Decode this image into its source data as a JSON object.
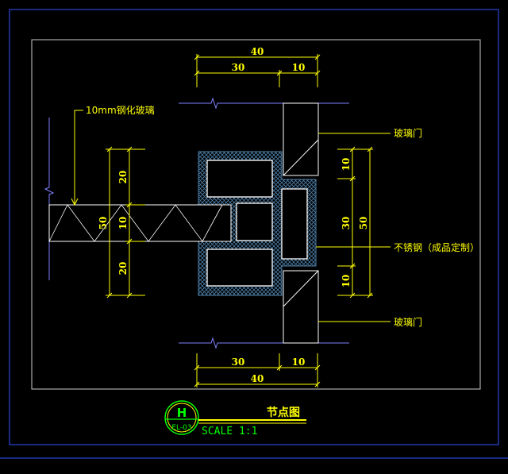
{
  "colors": {
    "background": "#000000",
    "frame": "#3355ff",
    "drawing_frame": "#cccccc",
    "annotation": "#ffff00",
    "profile": "#ffffff",
    "steel_hatch": "#4d7fa8",
    "break_lines": "#8080ff",
    "tag": "#00ff00"
  },
  "dimensions": {
    "top_total": "40",
    "top_left": "30",
    "top_right": "10",
    "bottom_left": "30",
    "bottom_right": "10",
    "bottom_total": "40",
    "left_total": "50",
    "left_upper": "20",
    "left_middle": "10",
    "left_lower": "20",
    "right_upper": "10",
    "right_middle": "30",
    "right_lower": "10",
    "right_total": "50"
  },
  "labels": {
    "tempered_glass": "10mm钢化玻璃",
    "glass_door_top": "玻璃门",
    "stainless_steel": "不锈钢（成品定制）",
    "glass_door_bottom": "玻璃门"
  },
  "title_block": {
    "tag_letter": "H",
    "tag_code": "EL-03",
    "title": "节点图",
    "scale": "SCALE 1:1"
  }
}
